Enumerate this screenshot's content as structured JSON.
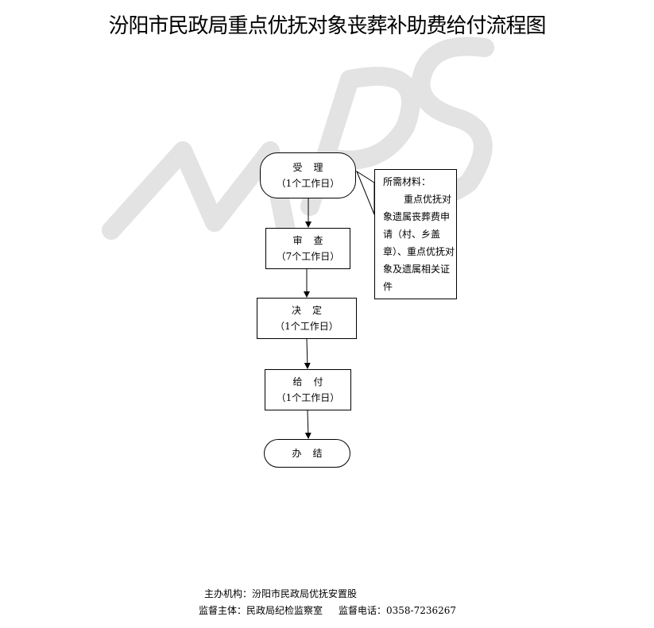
{
  "title": "汾阳市民政局重点优抚对象丧葬补助费给付流程图",
  "steps": [
    {
      "name": "受理",
      "days": "（1个工作日）"
    },
    {
      "name": "审查",
      "days": "（7个工作日）"
    },
    {
      "name": "决定",
      "days": "（1个工作日）"
    },
    {
      "name": "给付",
      "days": "（1个工作日）"
    },
    {
      "name": "办结"
    }
  ],
  "materials": {
    "heading": "所需材料：",
    "body": "重点优抚对象遗属丧葬费申请（村、乡盖章）、重点优抚对象及遗属相关证件"
  },
  "footer": {
    "organizer": "主办机构：汾阳市民政局优抚安置股",
    "supervisor": "监督主体：民政局纪检监察室",
    "phone": "监督电话：0358-7236267"
  },
  "watermark": "WPS"
}
